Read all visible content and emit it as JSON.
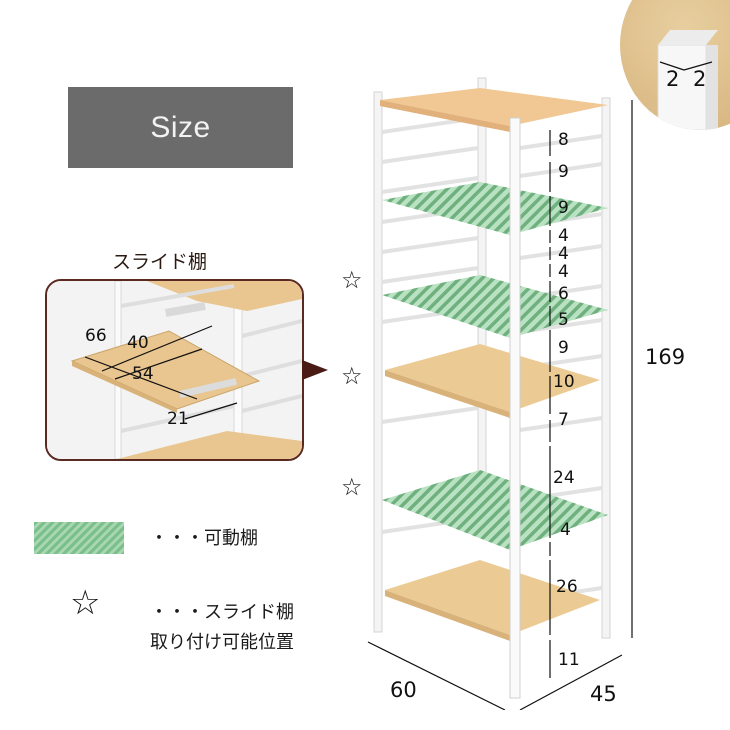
{
  "header": {
    "title": "Size"
  },
  "slide_shelf": {
    "title": "スライド棚",
    "dimensions": {
      "depth_total": "66",
      "width": "40",
      "length": "54",
      "rail_extension": "21"
    }
  },
  "legend": {
    "movable_shelf_label": "・・・可動棚",
    "slide_position_line1": "・・・スライド棚",
    "slide_position_line2": "取り付け可能位置",
    "star_symbol": "☆",
    "swatch_color": "#7bbf8a"
  },
  "rack": {
    "height_total": "169",
    "width": "60",
    "depth": "45",
    "post_size_w": "2",
    "post_size_d": "2",
    "vertical_gaps": [
      "8",
      "9",
      "9",
      "4",
      "4",
      "4",
      "6",
      "5",
      "9",
      "10",
      "7",
      "24",
      "4",
      "26",
      "11"
    ]
  },
  "stars": [
    "☆",
    "☆",
    "☆"
  ],
  "colors": {
    "wood": "#e9c58f",
    "green_stripe": "#7bbf8a",
    "frame": "#ebebeb",
    "header_bg": "#6b6b6b",
    "callout": "#4a1a14"
  }
}
